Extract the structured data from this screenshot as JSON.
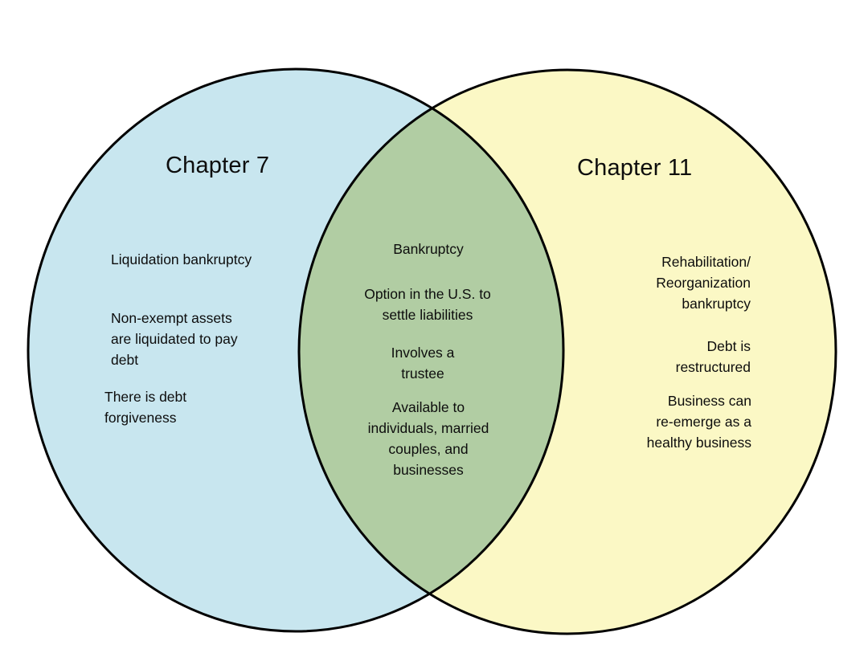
{
  "diagram": {
    "type": "venn",
    "background": "#ffffff",
    "stroke_color": "#000000",
    "left": {
      "title": "Chapter 7",
      "color": "#c8e6ef",
      "items": [
        "Liquidation bankruptcy",
        "Non-exempt assets\nare liquidated to pay\ndebt",
        "There is debt\nforgiveness"
      ]
    },
    "right": {
      "title": "Chapter 11",
      "color": "#fbf8c5",
      "items": [
        "Rehabilitation/\nReorganization\nbankruptcy",
        "Debt is\nrestructured",
        "Business can\nre-emerge as a\nhealthy business"
      ]
    },
    "overlap": {
      "color": "#b1cda3",
      "items": [
        "Bankruptcy",
        "Option in the U.S. to\nsettle liabilities",
        "Involves a\ntrustee",
        "Available to\nindividuals, married\ncouples, and\nbusinesses"
      ]
    }
  }
}
